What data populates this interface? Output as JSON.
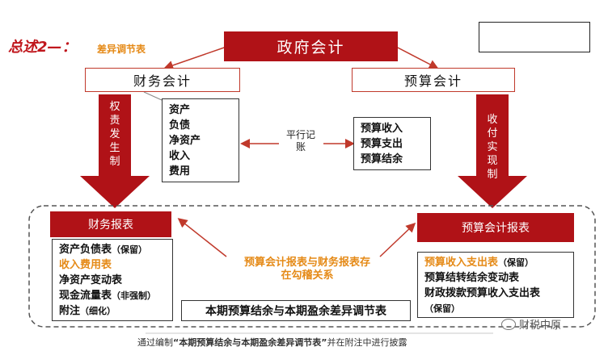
{
  "heading": {
    "main": "总述2—：",
    "sub": "差异调节表"
  },
  "nodes": {
    "gov": "政府会计",
    "financial": "财务会计",
    "budget": "预算会计",
    "arrow_left": "权责发生制",
    "arrow_right": "收付实现制",
    "parallel": "平行记账"
  },
  "fin_elements": [
    "资产",
    "负债",
    "净资产",
    "收入",
    "费用"
  ],
  "bud_elements": [
    "预算收入",
    "预算支出",
    "预算结余"
  ],
  "fin_report": {
    "title": "财务报表",
    "items": [
      {
        "text": "资产负债表",
        "note": "（保留）",
        "highlight": false
      },
      {
        "text": "收入费用表",
        "note": "",
        "highlight": true
      },
      {
        "text": "净资产变动表",
        "note": "",
        "highlight": false
      },
      {
        "text": "现金流量表",
        "note": "（非强制）",
        "highlight": false
      },
      {
        "text": "附注",
        "note": "（细化）",
        "highlight": false
      }
    ]
  },
  "bud_report": {
    "title": "预算会计报表",
    "items": [
      {
        "text": "预算收入支出表",
        "note": "（保留）",
        "highlight": true
      },
      {
        "text": "预算结转结余变动表",
        "note": "",
        "highlight": false
      },
      {
        "text": "财政拨款预算收入支出表",
        "note": "（保留）",
        "highlight": false
      }
    ]
  },
  "center_note": "预算会计报表与财务报表存在勾稽关系",
  "reconcile": "本期预算结余与本期盈余差异调节表",
  "footer": {
    "prefix": "通过编制",
    "quote": "“本期预算结余与本期盈余差异调节表”",
    "suffix": "并在附注中进行披露"
  },
  "watermark": "财税中原",
  "colors": {
    "accent_red": "#b01217",
    "orange": "#e58a17"
  }
}
